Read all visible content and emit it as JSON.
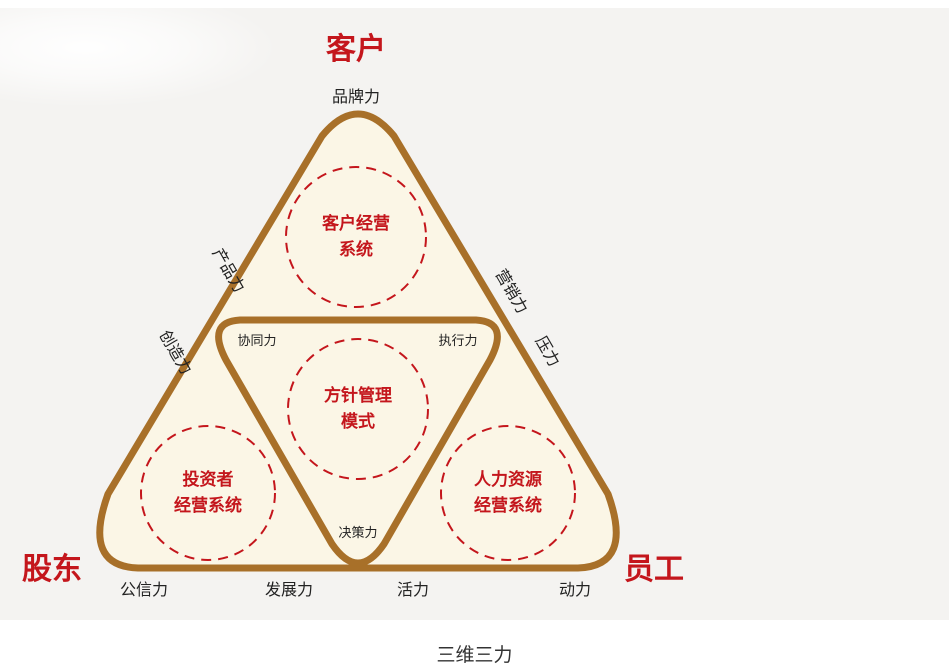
{
  "vertices": {
    "top": "客户",
    "left": "股东",
    "right": "员工"
  },
  "systems": {
    "customer": [
      "客户经营",
      "系统"
    ],
    "center": [
      "方针管理",
      "模式"
    ],
    "investor": [
      "投资者",
      "经营系统"
    ],
    "hr": [
      "人力资源",
      "经营系统"
    ]
  },
  "forces": {
    "brand": "品牌力",
    "product": "产品力",
    "creativity": "创造力",
    "marketing": "营销力",
    "pressure": "压力",
    "synergy": "协同力",
    "execution": "执行力",
    "decision": "决策力",
    "credibility": "公信力",
    "development": "发展力",
    "vitality": "活力",
    "motivation": "动力"
  },
  "caption": "三维三力",
  "colors": {
    "frame": "#a87029",
    "fill": "#fbf6e6",
    "accent": "#c4161c",
    "background": "#f4f3f1"
  }
}
